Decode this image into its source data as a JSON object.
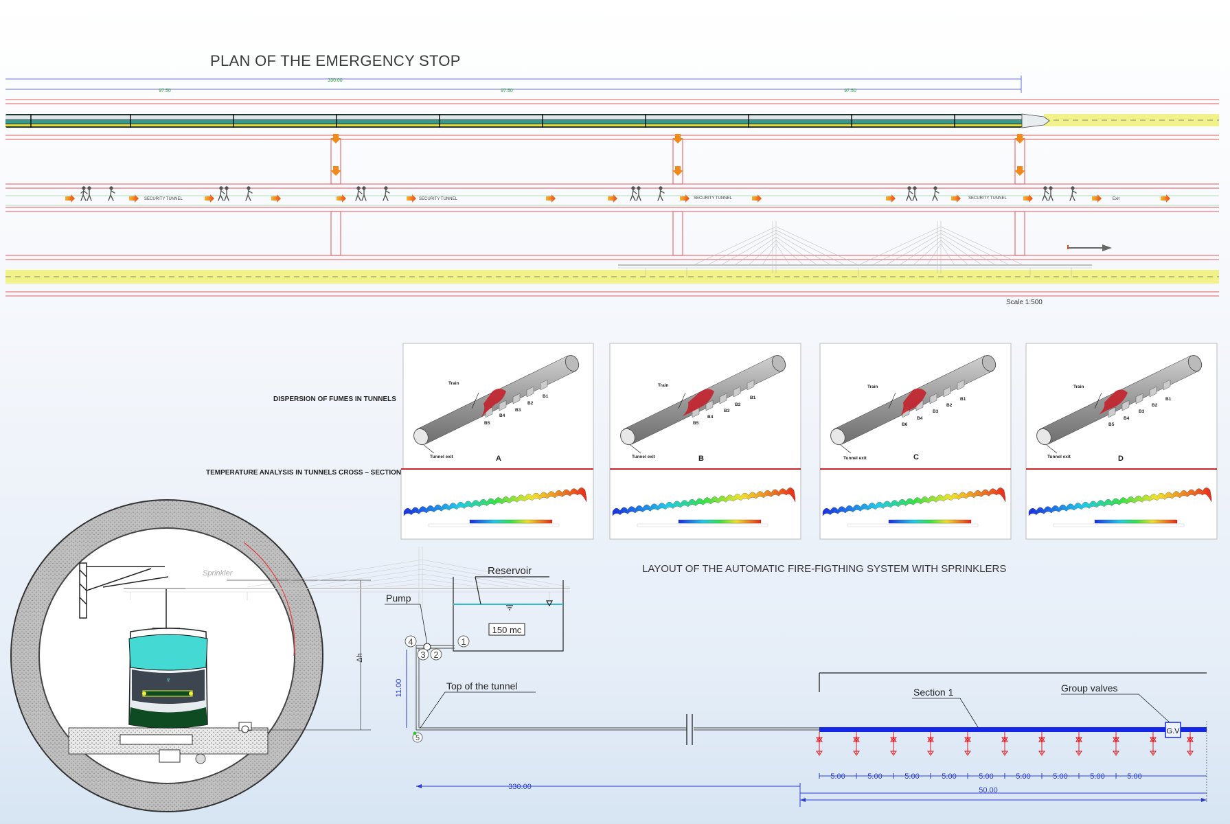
{
  "plan": {
    "title": "PLAN OF THE EMERGENCY STOP",
    "dims_top": [
      "97.50",
      "330.00",
      "97.50",
      "97.50"
    ],
    "security_tunnel_label": "SECURITY TUNNEL",
    "exit_label": "Exit",
    "scale": "Scale 1:500"
  },
  "analysis": {
    "fumes_label": "DISPERSION OF FUMES IN TUNNELS",
    "temperature_label": "TEMPERATURE ANALYSIS IN TUNNELS CROSS – SECTION",
    "panels": [
      {
        "letter": "A"
      },
      {
        "letter": "B"
      },
      {
        "letter": "C"
      },
      {
        "letter": "D"
      }
    ],
    "panel_labels": {
      "train": "Train",
      "tunnel_exit": "Tunnel exit",
      "b1": "B1",
      "b2": "B2",
      "b3": "B3",
      "b4": "B4",
      "b5": "B5",
      "b6": "B6"
    }
  },
  "system": {
    "title": "LAYOUT OF THE AUTOMATIC FIRE-FIGTHING SYSTEM WITH SPRINKLERS",
    "reservoir": "Reservoir",
    "capacity": "150 mc",
    "pump": "Pump",
    "top_of_tunnel": "Top of the tunnel",
    "section": "Section 1",
    "group_valves": "Group valves",
    "gv": "G.V",
    "height": "11.00",
    "delta_h": "Δh",
    "sprinkler": "Sprinkler",
    "length_total": "330.00",
    "length_section": "50.00",
    "spacings": [
      "5.00",
      "5.00",
      "5.00",
      "5.00",
      "5.00",
      "5.00",
      "5.00",
      "5.00",
      "5.00"
    ],
    "nodes": [
      "1",
      "2",
      "3",
      "4",
      "5"
    ]
  },
  "colors": {
    "red_line": "#e8787c",
    "blue_dim": "#2b3bd8",
    "pipe_blue": "#1426e6",
    "road_yellow": "#f2f28a",
    "train_cyan": "#45d9d3",
    "sprinkler_red": "#e0161b"
  }
}
